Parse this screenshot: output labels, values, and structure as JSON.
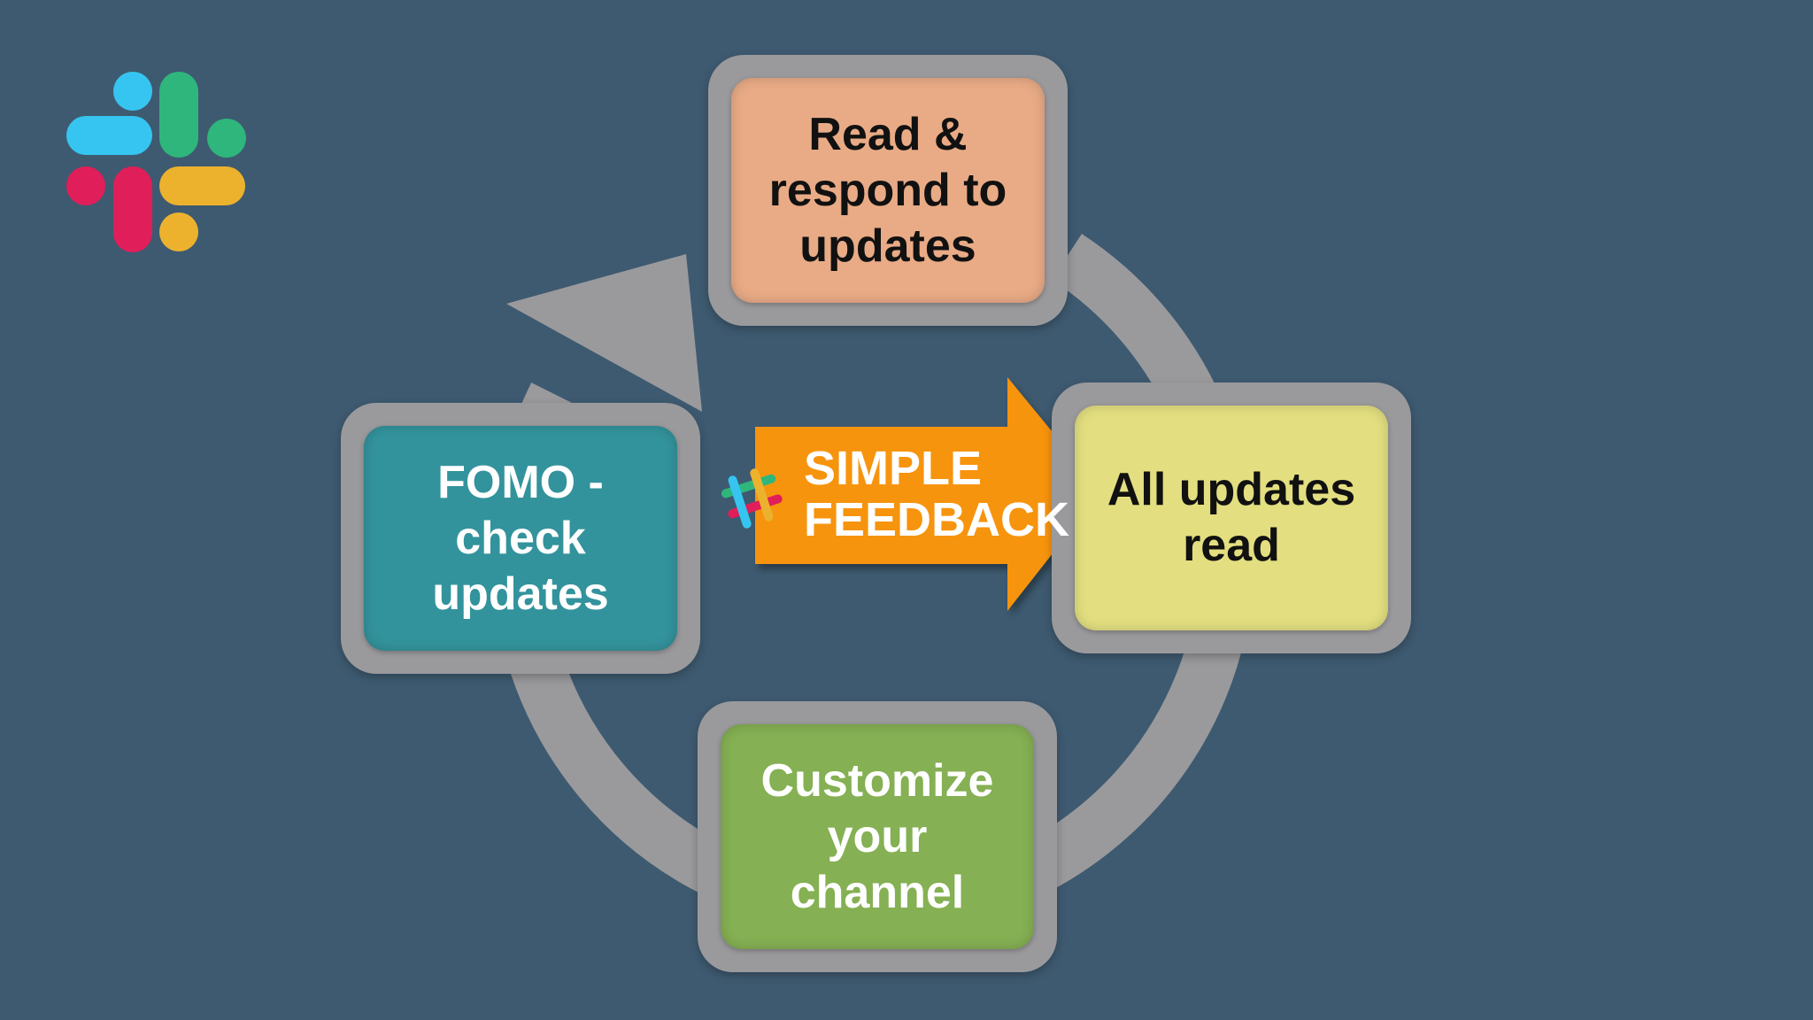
{
  "diagram": {
    "nodes": {
      "read": {
        "label": "Read &\nrespond to\nupdates",
        "color": "#e9ab86"
      },
      "fomo": {
        "label": "FOMO -\ncheck\nupdates",
        "color": "#33939c"
      },
      "all_read": {
        "label": "All updates\nread",
        "color": "#e3df80"
      },
      "customize": {
        "label": "Customize\nyour\nchannel",
        "color": "#85b053"
      }
    },
    "center_arrow": {
      "label": "SIMPLE\nFEEDBACK",
      "color": "#f7940a"
    }
  },
  "colors": {
    "background": "#3e5a70",
    "cycle_arrow": "#9a9a9d",
    "logo_blue": "#36c5f0",
    "logo_green": "#2eb67d",
    "logo_red": "#e01e5a",
    "logo_yellow": "#ecb22e"
  },
  "icons": {
    "logo": "slack-logo-icon",
    "small_logo": "slack-hash-icon"
  }
}
